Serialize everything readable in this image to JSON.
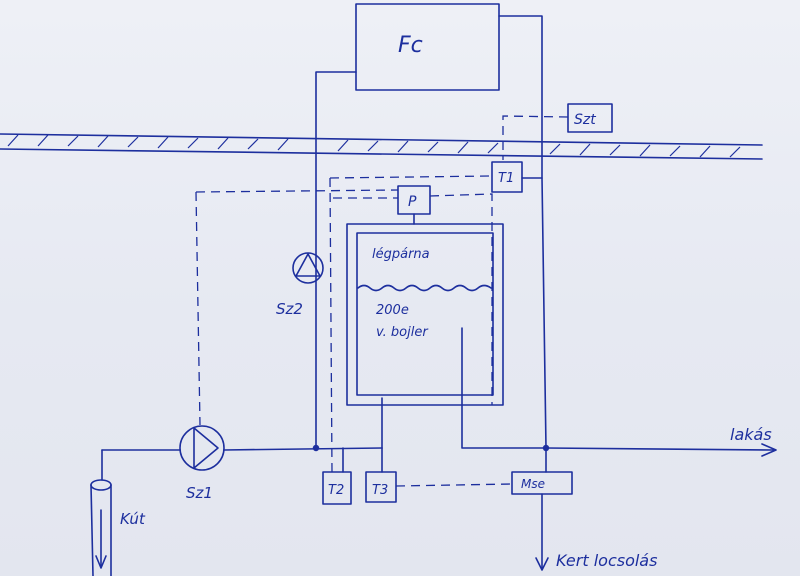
{
  "labels": {
    "fc": "Fc",
    "szt": "Szt",
    "t1": "T1",
    "p": "P",
    "legparna": "légpárna",
    "tank_volume": "200e",
    "tank_name": "v. bojler",
    "sz2": "Sz2",
    "sz1": "Sz1",
    "t2": "T2",
    "t3": "T3",
    "mse": "Mse",
    "lakas": "lakás",
    "kut": "Kút",
    "kert": "Kert locsolás"
  },
  "colors": {
    "ink": "#1d2f9e",
    "paper": "#eceef5"
  }
}
